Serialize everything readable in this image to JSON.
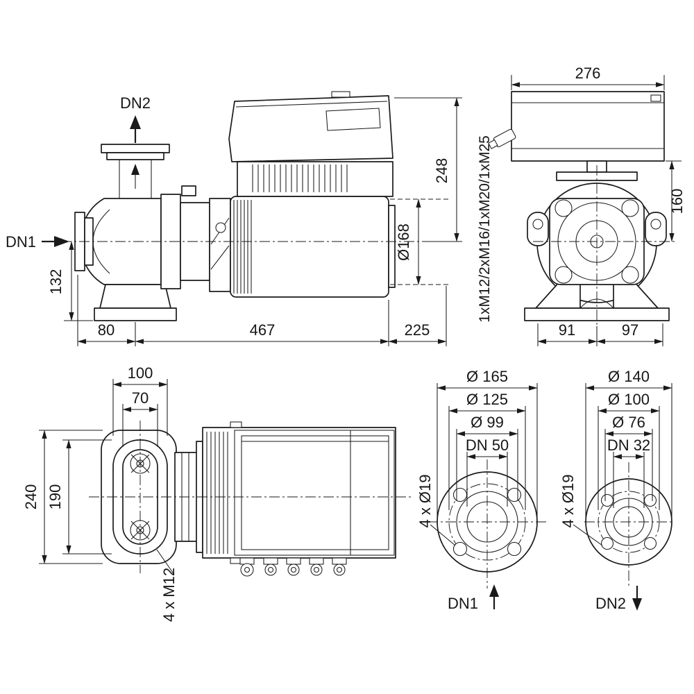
{
  "views": {
    "side": {
      "dn2": "DN2",
      "dn1": "DN1",
      "dim_132": "132",
      "dim_80": "80",
      "dim_467": "467",
      "dim_225": "225",
      "dim_248": "248",
      "dim_motor_dia": "Ø168"
    },
    "front": {
      "dim_276": "276",
      "dim_160": "160",
      "dim_91": "91",
      "dim_97": "97",
      "glands": "1xM12/2xM16/1xM20/1xM25"
    },
    "top": {
      "dim_100": "100",
      "dim_70": "70",
      "dim_240": "240",
      "dim_190": "190",
      "bolts": "4 x M12"
    },
    "flange_dn1": {
      "outer": "Ø 165",
      "bolt_circle": "Ø 125",
      "raised_face": "Ø 99",
      "nominal": "DN 50",
      "holes": "4 x Ø19",
      "port": "DN1"
    },
    "flange_dn2": {
      "outer": "Ø 140",
      "bolt_circle": "Ø 100",
      "raised_face": "Ø 76",
      "nominal": "DN 32",
      "holes": "4 x Ø19",
      "port": "DN2"
    }
  }
}
